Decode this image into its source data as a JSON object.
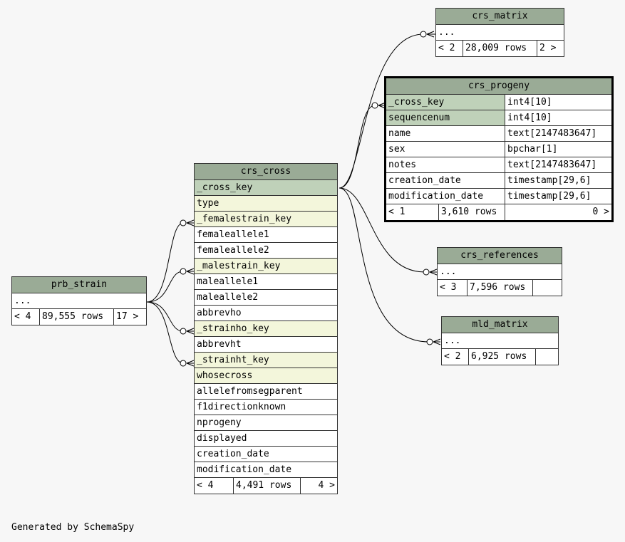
{
  "footer_text": "Generated by SchemaSpy",
  "tables": {
    "crs_matrix": {
      "name": "crs_matrix",
      "rows": [
        {
          "col": "...",
          "type": ""
        }
      ],
      "footer": {
        "left": "< 2",
        "rows": "28,009 rows",
        "right": "2 >"
      }
    },
    "crs_progeny": {
      "name": "crs_progeny",
      "rows": [
        {
          "col": "_cross_key",
          "type": "int4[10]"
        },
        {
          "col": "sequencenum",
          "type": "int4[10]"
        },
        {
          "col": "name",
          "type": "text[2147483647]"
        },
        {
          "col": "sex",
          "type": "bpchar[1]"
        },
        {
          "col": "notes",
          "type": "text[2147483647]"
        },
        {
          "col": "creation_date",
          "type": "timestamp[29,6]"
        },
        {
          "col": "modification_date",
          "type": "timestamp[29,6]"
        }
      ],
      "footer": {
        "left": "< 1",
        "rows": "3,610 rows",
        "right": "0 >"
      }
    },
    "crs_cross": {
      "name": "crs_cross",
      "rows": [
        {
          "col": "_cross_key"
        },
        {
          "col": "type"
        },
        {
          "col": "_femalestrain_key"
        },
        {
          "col": "femaleallele1"
        },
        {
          "col": "femaleallele2"
        },
        {
          "col": "_malestrain_key"
        },
        {
          "col": "maleallele1"
        },
        {
          "col": "maleallele2"
        },
        {
          "col": "abbrevho"
        },
        {
          "col": "_strainho_key"
        },
        {
          "col": "abbrevht"
        },
        {
          "col": "_strainht_key"
        },
        {
          "col": "whosecross"
        },
        {
          "col": "allelefromsegparent"
        },
        {
          "col": "f1directionknown"
        },
        {
          "col": "nprogeny"
        },
        {
          "col": "displayed"
        },
        {
          "col": "creation_date"
        },
        {
          "col": "modification_date"
        }
      ],
      "footer": {
        "left": "< 4",
        "rows": "4,491 rows",
        "right": "4 >"
      }
    },
    "prb_strain": {
      "name": "prb_strain",
      "rows": [
        {
          "col": "..."
        }
      ],
      "footer": {
        "left": "< 4",
        "rows": "89,555 rows",
        "right": "17 >"
      }
    },
    "crs_references": {
      "name": "crs_references",
      "rows": [
        {
          "col": "..."
        }
      ],
      "footer": {
        "left": "< 3",
        "rows": "7,596 rows",
        "right": ""
      }
    },
    "mld_matrix": {
      "name": "mld_matrix",
      "rows": [
        {
          "col": "..."
        }
      ],
      "footer": {
        "left": "< 2",
        "rows": "6,925 rows",
        "right": ""
      }
    }
  },
  "colors": {
    "header": "#9aab96",
    "primary_key": "#bfd1b9",
    "foreign_key": "#f3f6db",
    "background": "#f7f7f7"
  }
}
